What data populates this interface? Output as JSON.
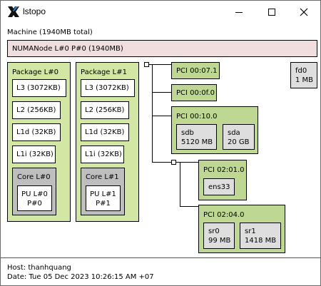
{
  "window": {
    "title": "lstopo",
    "icon": "x-logo-icon"
  },
  "controls": {
    "minimize": "minimize-icon",
    "maximize": "maximize-icon",
    "close": "close-icon"
  },
  "machine": {
    "label": "Machine (1940MB total)"
  },
  "numa": {
    "label": "NUMANode L#0 P#0 (1940MB)"
  },
  "packages": [
    {
      "label": "Package L#0",
      "l3": "L3 (3072KB)",
      "l2": "L2 (256KB)",
      "l1d": "L1d (32KB)",
      "l1i": "L1i (32KB)",
      "core": "Core L#0",
      "pu_line1": "PU L#0",
      "pu_line2": "P#0"
    },
    {
      "label": "Package L#1",
      "l3": "L3 (3072KB)",
      "l2": "L2 (256KB)",
      "l1d": "L1d (32KB)",
      "l1i": "L1i (32KB)",
      "core": "Core L#1",
      "pu_line1": "PU L#1",
      "pu_line2": "P#1"
    }
  ],
  "pci": {
    "p1": "PCI 00:07.1",
    "p2": "PCI 00:0f.0",
    "p3": {
      "label": "PCI 00:10.0",
      "devs": [
        {
          "name": "sdb",
          "size": "5120 MB"
        },
        {
          "name": "sda",
          "size": "20 GB"
        }
      ]
    },
    "p4": {
      "label": "PCI 02:01.0",
      "dev": "ens33"
    },
    "p5": {
      "label": "PCI 02:04.0",
      "devs": [
        {
          "name": "sr0",
          "size": "99 MB"
        },
        {
          "name": "sr1",
          "size": "1418 MB"
        }
      ]
    }
  },
  "fd0": {
    "name": "fd0",
    "size": "1 MB"
  },
  "status": {
    "host": "Host: thanhquang",
    "date": "Date: Tue 05 Dec 2023 10:26:15 AM +07"
  },
  "colors": {
    "numa": "#efdedd",
    "package": "#d2e7a4",
    "core": "#bebebe",
    "pci": "#bed792",
    "device": "#dedede"
  }
}
